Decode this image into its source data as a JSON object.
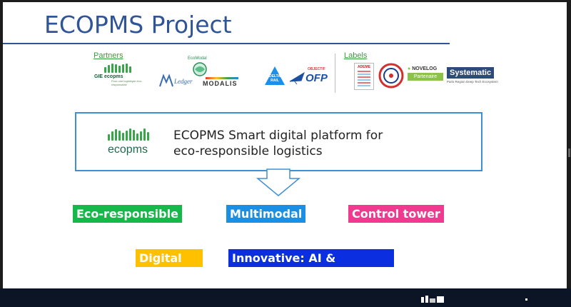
{
  "slide": {
    "title": "ECOPMS Project",
    "partners_label": "Partners",
    "labels_label": "Labels",
    "partners": {
      "gie_name": "GIE ecopms",
      "gie_tagline": "Pour une logistique éco-responsable",
      "ecomodal_name": "EcoModal",
      "ledger_name": "Ledger",
      "modalis_name": "MODALIS",
      "delta_rail_name": "DELTA RAIL",
      "objectif_label": "OBJECTIF",
      "ofp_name": "OFP"
    },
    "labels": {
      "ademe": "ADEME",
      "novelog": "NOVELOG",
      "novelog_sub": "Partenaire",
      "systematic": "Systematic",
      "systematic_sub": "Paris Region Deep Tech Ecosystem"
    },
    "main_logo_text": "ecopms",
    "main_text_line1": "ECOPMS Smart digital platform for",
    "main_text_line2": "eco-responsible logistics",
    "tags": {
      "eco": "Eco-responsible",
      "multimodal": "Multimodal",
      "control": "Control tower",
      "digital": "Digital",
      "innovative": "Innovative: AI & Blockchain"
    },
    "colors": {
      "title": "#2f5597",
      "eco": "#16b84a",
      "multimodal": "#1a8fe3",
      "control": "#ef3a8f",
      "digital": "#ffc000",
      "innovative": "#0a2ee0",
      "box_border": "#3d8fd6"
    }
  }
}
